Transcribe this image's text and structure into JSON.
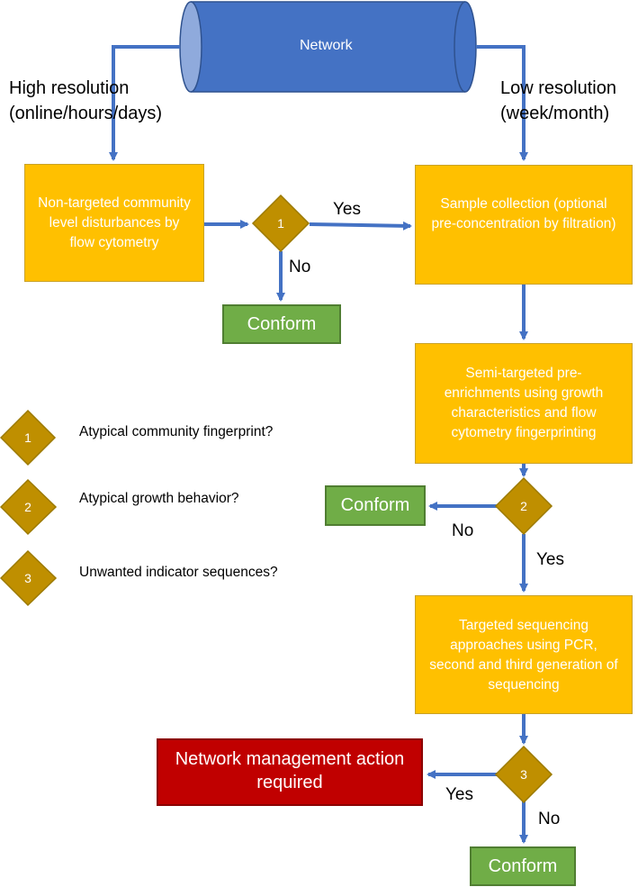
{
  "network": {
    "label": "Network"
  },
  "paths": {
    "high_resolution": {
      "line1": "High resolution",
      "line2": "(online/hours/days)"
    },
    "low_resolution": {
      "line1": "Low resolution",
      "line2": "(week/month)"
    }
  },
  "boxes": {
    "non_targeted": "Non-targeted community level disturbances by flow cytometry",
    "sample_collection": "Sample collection (optional pre-concentration by filtration)",
    "semi_targeted": "Semi-targeted pre-enrichments using growth characteristics and flow cytometry fingerprinting",
    "targeted_sequencing": "Targeted sequencing approaches using PCR, second and third generation of sequencing",
    "network_action": "Network management action required"
  },
  "conform_label": "Conform",
  "decisions": [
    "1",
    "2",
    "3"
  ],
  "edge_labels": {
    "d1_yes": "Yes",
    "d1_no": "No",
    "d2_no": "No",
    "d2_yes": "Yes",
    "d3_yes": "Yes",
    "d3_no": "No"
  },
  "legend": [
    {
      "number": "1",
      "text": "Atypical community fingerprint?"
    },
    {
      "number": "2",
      "text": "Atypical growth behavior?"
    },
    {
      "number": "3",
      "text": "Unwanted indicator sequences?"
    }
  ],
  "colors": {
    "network_blue": "#4472C4",
    "process_orange": "#FFC000",
    "decision_gold": "#BF8F00",
    "conform_green": "#70AD47",
    "action_red": "#C00000",
    "arrow_blue": "#4472C4"
  }
}
